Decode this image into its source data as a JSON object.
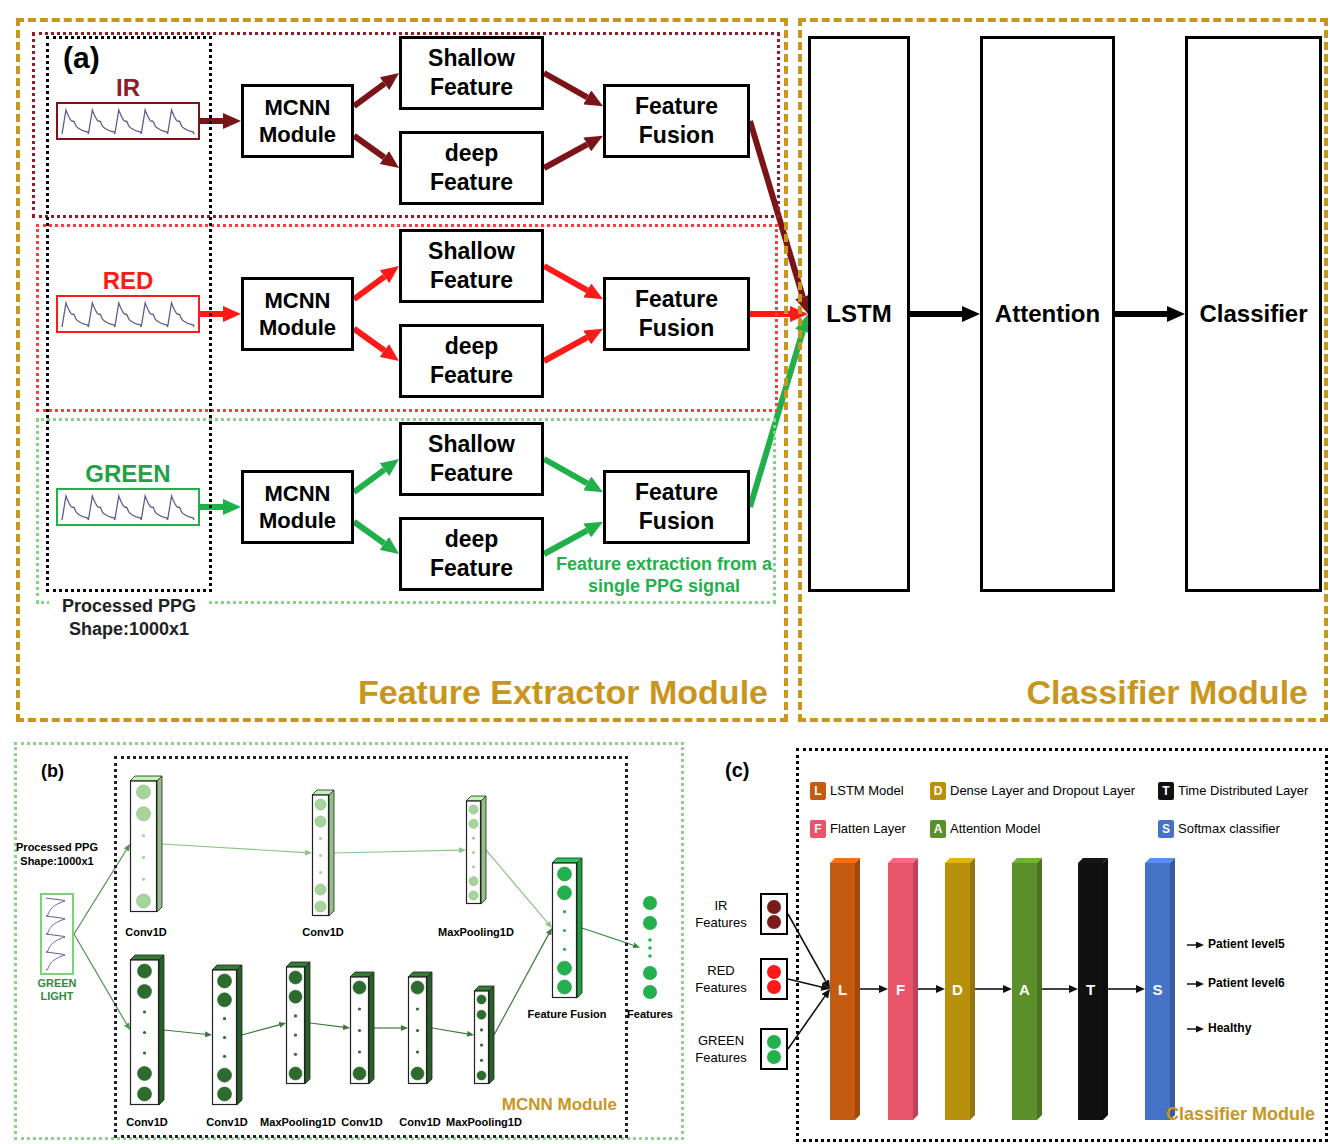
{
  "diagram": {
    "nodes": [
      {
        "text": [
          "Feature Extractor Module"
        ]
      },
      {
        "text": [
          "(a)"
        ],
        "in": 0
      },
      {
        "text": [],
        "in": 0
      },
      {
        "text": [
          "Feature extraction from a single PPG signal"
        ],
        "in": 0
      },
      {
        "text": [
          "Processed PPG Shape:1000x1"
        ],
        "in": 0
      },
      {
        "text": [
          "IR"
        ],
        "in": 1
      },
      {
        "text": [
          "MCNN Module"
        ],
        "in": 1
      },
      {
        "text": [
          "Shallow Feature"
        ],
        "in": 1
      },
      {
        "text": [
          "deep Feature"
        ],
        "in": 1
      },
      {
        "text": [
          "Feature Fusion"
        ],
        "in": 1
      },
      {
        "text": [
          "RED"
        ],
        "in": 2
      },
      {
        "text": [
          "MCNN Module"
        ],
        "in": 2
      },
      {
        "text": [
          "Shallow Feature"
        ],
        "in": 2
      },
      {
        "text": [
          "deep Feature"
        ],
        "in": 2
      },
      {
        "text": [
          "Feature Fusion"
        ],
        "in": 2
      },
      {
        "text": [
          "GREEN"
        ],
        "in": 3
      },
      {
        "text": [
          "MCNN Module"
        ],
        "in": 3
      },
      {
        "text": [
          "Shallow Feature"
        ],
        "in": 3
      },
      {
        "text": [
          "deep Feature"
        ],
        "in": 3
      },
      {
        "text": [
          "Feature Fusion"
        ],
        "in": 3
      },
      {
        "text": [
          "Classifier Module"
        ]
      },
      {
        "text": [
          "LSTM"
        ],
        "in": 20
      },
      {
        "text": [
          "Attention"
        ],
        "in": 20
      },
      {
        "text": [
          "Classifier"
        ],
        "in": 20
      },
      {
        "text": [
          "(b)"
        ]
      },
      {
        "text": [
          "Processed PPG Shape:1000x1",
          "GREEN LIGHT"
        ],
        "in": 24
      },
      {
        "text": [
          "MCNN Module"
        ],
        "in": 24
      },
      {
        "text": [
          "Conv1D"
        ],
        "in": 26
      },
      {
        "text": [
          "Conv1D"
        ],
        "in": 26
      },
      {
        "text": [
          "MaxPooling1D"
        ],
        "in": 26
      },
      {
        "text": [
          "Conv1D"
        ],
        "in": 26
      },
      {
        "text": [
          "Conv1D"
        ],
        "in": 26
      },
      {
        "text": [
          "MaxPooling1D"
        ],
        "in": 26
      },
      {
        "text": [
          "Conv1D"
        ],
        "in": 26
      },
      {
        "text": [
          "Conv1D"
        ],
        "in": 26
      },
      {
        "text": [
          "MaxPooling1D"
        ],
        "in": 26
      },
      {
        "text": [
          "Feature Fusion"
        ],
        "in": 26
      },
      {
        "text": [
          "Features"
        ],
        "in": 24
      },
      {
        "text": [
          "(c)",
          "Classifier Module"
        ]
      },
      {
        "text": [
          "IR Features"
        ],
        "in": 38
      },
      {
        "text": [
          "RED Features"
        ],
        "in": 38
      },
      {
        "text": [
          "GREEN Features"
        ],
        "in": 38
      },
      {
        "text": [
          "L"
        ],
        "in": 38
      },
      {
        "text": [
          "F"
        ],
        "in": 38
      },
      {
        "text": [
          "D"
        ],
        "in": 38
      },
      {
        "text": [
          "A"
        ],
        "in": 38
      },
      {
        "text": [
          "T"
        ],
        "in": 38
      },
      {
        "text": [
          "S"
        ],
        "in": 38
      }
    ],
    "edges": [
      {
        "from": 5,
        "to": 6,
        "arrow": "to"
      },
      {
        "from": 6,
        "to": 7,
        "arrow": "to"
      },
      {
        "from": 6,
        "to": 8,
        "arrow": "to"
      },
      {
        "from": 7,
        "to": 9,
        "arrow": "to"
      },
      {
        "from": 8,
        "to": 9,
        "arrow": "to"
      },
      {
        "from": 9,
        "to": 21,
        "arrow": "to"
      },
      {
        "from": 10,
        "to": 11,
        "arrow": "to"
      },
      {
        "from": 11,
        "to": 12,
        "arrow": "to"
      },
      {
        "from": 11,
        "to": 13,
        "arrow": "to"
      },
      {
        "from": 12,
        "to": 14,
        "arrow": "to"
      },
      {
        "from": 13,
        "to": 14,
        "arrow": "to"
      },
      {
        "from": 14,
        "to": 21,
        "arrow": "to"
      },
      {
        "from": 15,
        "to": 16,
        "arrow": "to"
      },
      {
        "from": 16,
        "to": 17,
        "arrow": "to"
      },
      {
        "from": 16,
        "to": 18,
        "arrow": "to"
      },
      {
        "from": 17,
        "to": 19,
        "arrow": "to"
      },
      {
        "from": 18,
        "to": 19,
        "arrow": "to"
      },
      {
        "from": 19,
        "to": 21,
        "arrow": "to"
      },
      {
        "from": 21,
        "to": 22,
        "arrow": "to"
      },
      {
        "from": 22,
        "to": 23,
        "arrow": "to"
      },
      {
        "from": 25,
        "to": 27,
        "arrow": "to"
      },
      {
        "from": 25,
        "to": 30,
        "arrow": "to"
      },
      {
        "from": 27,
        "to": 28,
        "arrow": "to"
      },
      {
        "from": 28,
        "to": 29,
        "arrow": "to"
      },
      {
        "from": 29,
        "to": 36,
        "arrow": "to"
      },
      {
        "from": 30,
        "to": 31,
        "arrow": "to"
      },
      {
        "from": 31,
        "to": 32,
        "arrow": "to"
      },
      {
        "from": 32,
        "to": 33,
        "arrow": "to"
      },
      {
        "from": 33,
        "to": 34,
        "arrow": "to"
      },
      {
        "from": 34,
        "to": 35,
        "arrow": "to"
      },
      {
        "from": 35,
        "to": 36,
        "arrow": "to"
      },
      {
        "from": 36,
        "to": 37,
        "arrow": "to"
      },
      {
        "from": 39,
        "to": 42,
        "arrow": "to"
      },
      {
        "from": 40,
        "to": 42,
        "arrow": "to"
      },
      {
        "from": 41,
        "to": 42,
        "arrow": "to"
      },
      {
        "from": 42,
        "to": 43,
        "arrow": "to"
      },
      {
        "from": 43,
        "to": 44,
        "arrow": "to"
      },
      {
        "from": 44,
        "to": 45,
        "arrow": "to"
      },
      {
        "from": 45,
        "to": 46,
        "arrow": "to"
      },
      {
        "from": 46,
        "to": 47,
        "arrow": "to"
      }
    ],
    "labels": [
      "L",
      "D",
      "T",
      "F",
      "A",
      "S",
      "Patient level5",
      "Patient level6",
      "Healthy"
    ],
    "legend": [
      {
        "text": "LSTM Model",
        "color": "#c55a11"
      },
      {
        "text": "Dense Layer and Dropout Layer",
        "color": "#b8900b"
      },
      {
        "text": "Time Distributed Layer",
        "color": "#111111"
      },
      {
        "text": "Flatten Layer",
        "color": "#e8546a"
      },
      {
        "text": "Attention Model",
        "color": "#5b8f2a"
      },
      {
        "text": "Softmax classifier",
        "color": "#4472c4"
      }
    ]
  }
}
